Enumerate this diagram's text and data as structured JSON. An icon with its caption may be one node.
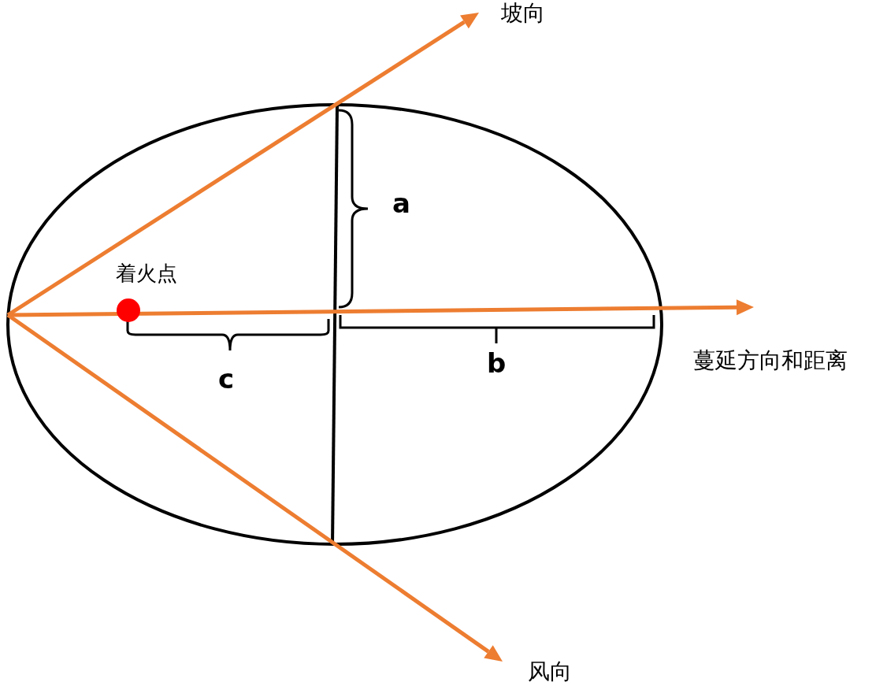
{
  "diagram": {
    "labels": [
      "坡向",
      "a",
      "着火点",
      "蔓延方向和距离",
      "b",
      "c",
      "风向"
    ]
  }
}
